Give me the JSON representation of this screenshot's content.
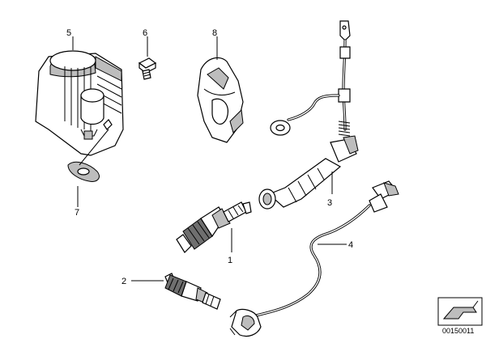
{
  "parts": [
    {
      "number": "1"
    },
    {
      "number": "2"
    },
    {
      "number": "3"
    },
    {
      "number": "4"
    },
    {
      "number": "5"
    },
    {
      "number": "6"
    },
    {
      "number": "7"
    },
    {
      "number": "8"
    }
  ],
  "diagram_code": "00150011",
  "colors": {
    "line": "#000000",
    "shade": "#bdbdbd",
    "dark": "#6f6f6f",
    "background": "#ffffff"
  },
  "icons": [
    "corner-cutaway-icon"
  ]
}
